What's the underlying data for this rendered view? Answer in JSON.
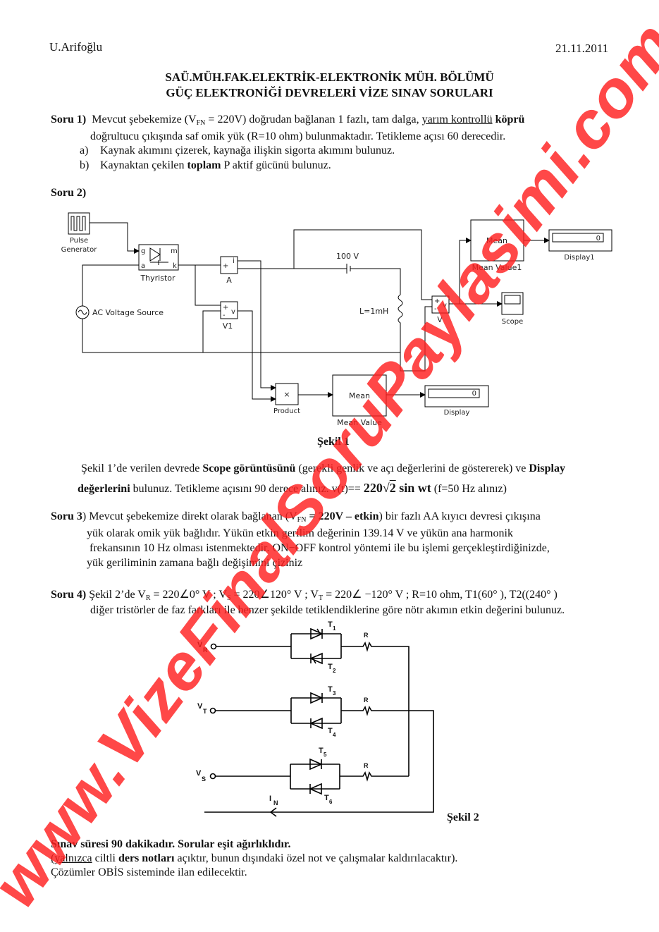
{
  "header": {
    "author": "U.Arifoğlu",
    "date": "21.11.2011",
    "title1": "SAÜ.MÜH.FAK.ELEKTRİK-ELEKTRONİK MÜH. BÖLÜMÜ",
    "title2": "GÜÇ ELEKTRONİĞİ DEVRELERİ VİZE SINAV SORULARI"
  },
  "q1": {
    "label": "Soru 1)",
    "p1": "Mevcut şebekemize (",
    "v": "V",
    "vsub": "FN",
    "p2": " = 220V",
    "p3": ") doğrudan bağlanan 1 fazlı, tam dalga, ",
    "underlined": "yarım kontrollü",
    "bold": "köprü",
    "line2": "doğrultucu çıkışında saf omik yük (R=10 ohm) bulunmaktadır. Tetikleme açısı 60 derecedir.",
    "a_label": "a)",
    "a_text": "Kaynak akımını çizerek, kaynağa ilişkin sigorta akımını bulunuz.",
    "b_label": "b)",
    "b_p1": "Kaynaktan çekilen ",
    "b_bold": "toplam",
    "b_p2": " P aktif gücünü bulunuz."
  },
  "q2": {
    "label": "Soru 2)",
    "figure1": {
      "caption": "Şekil 1",
      "pulse1": "Pulse",
      "pulse2": "Generator",
      "thyristor": "Thyristor",
      "g": "g",
      "m": "m",
      "a": "a",
      "k": "k",
      "ammeter": "A",
      "volt1": "V1",
      "volt2": "V",
      "ac_source": "AC Voltage Source",
      "battery": "100 V",
      "inductor": "L=1mH",
      "mean": "Mean",
      "mean_value1": "Mean Value1",
      "mean_value": "Mean Value",
      "display1": "Display1",
      "display": "Display",
      "display1_value": "0",
      "display_value": "0",
      "scope": "Scope",
      "product": "Product",
      "product_sym": "×",
      "plus": "+",
      "minus": "-",
      "i": "i",
      "v": "v"
    },
    "p1": "Şekil 1’de verilen devrede ",
    "b1": "Scope görüntüsünü",
    "p2": " (gerekli genlik ve açı değerlerini de göstererek) ve ",
    "b2": "Display",
    "b3": "değerlerini",
    "p3": " bulunuz.  Tetikleme açısını 90 derece alınız.   v(t)== ",
    "formula_a": "220",
    "formula_root": "2",
    "formula_b": " sin wt",
    "p4": "   (f=50 Hz alınız)"
  },
  "q3": {
    "label": "Soru 3",
    "p1": ") Mevcut şebekemize direkt olarak bağlanan (",
    "v": "V",
    "vsub": "FN",
    "p2": " = 220V – etkin",
    "p3": ") bir fazlı AA kıyıcı devresi çıkışına",
    "line2": "yük olarak  omik  yük  bağlıdır.  Yükün  etkin gerilim değerinin 139.14 V  ve yükün ana harmonik",
    "line3": "frekansının  10  Hz  olması  istenmektedir.  ON−OFF kontrol yöntemi ile bu işlemi gerçekleştirdiğinizde,",
    "line4": "yük geriliminin zamana bağlı değişimini çiziniz"
  },
  "q4": {
    "label": "Soru 4)",
    "p1": " Şekil 2’de  V",
    "s1": "R",
    "p2": " = 220∠0° V ;   V",
    "s2": "S",
    "p3": " = 220∠120° V ;  V",
    "s3": "T",
    "p4": " = 220∠ −120° V ; R=10 ohm, T1(60° ), T2((240° )",
    "line2": "diğer tristörler de faz farkları ile benzer şekilde tetiklendiklerine göre nötr akımın etkin değerini bulunuz.",
    "figure2": {
      "caption": "Şekil 2",
      "V": "V",
      "R": "R",
      "T": "T",
      "S": "S",
      "T1": "1",
      "T2": "2",
      "T3": "3",
      "T4": "4",
      "T5": "5",
      "T6": "6",
      "res": "R",
      "I": "I",
      "N": "N"
    }
  },
  "footer": {
    "line1": "Sınav süresi 90 dakikadır. Sorular eşit ağırlıklıdır.",
    "l2_u": "(yalnızca",
    "l2_p1": " ciltli ",
    "l2_b": "ders notları",
    "l2_p2": " açıktır, bunun dışındaki özel not ve çalışmalar kaldırılacaktır).",
    "line3": "Çözümler OBİS sisteminde ilan edilecektir."
  },
  "watermark": "www.VizeFinalSoruPaylasimi.com"
}
